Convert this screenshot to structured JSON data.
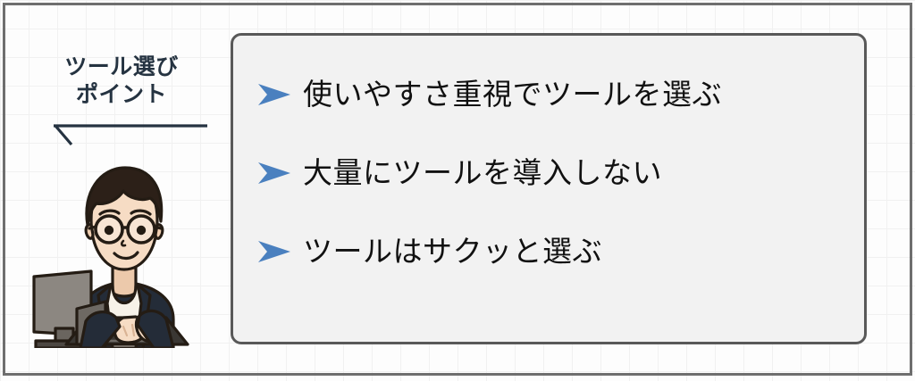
{
  "graphic": {
    "heading": {
      "line1": "ツール選び",
      "line2": "ポイント"
    },
    "illustration_alt": "man-with-glasses-using-laptop",
    "panel": {
      "bullets": [
        {
          "marker": "arrowhead-right-icon",
          "text": "使いやすさ重視でツールを選ぶ"
        },
        {
          "marker": "arrowhead-right-icon",
          "text": "大量にツールを導入しない"
        },
        {
          "marker": "arrowhead-right-icon",
          "text": "ツールはサクッと選ぶ"
        }
      ]
    },
    "colors": {
      "heading_text": "#253341",
      "bullet_marker": "#4a80bf",
      "bullet_text": "#111111",
      "panel_fill": "#f2f2f2",
      "panel_border": "#595959",
      "frame_border": "#6e6e6e",
      "background": "#fdfdfd",
      "grid_line": "#f1f1f1",
      "suit": "#242c38",
      "skin": "#f6dcc4",
      "hair": "#2c2018",
      "monitor": "#8c8781",
      "shirt": "#f7f2e8"
    }
  }
}
